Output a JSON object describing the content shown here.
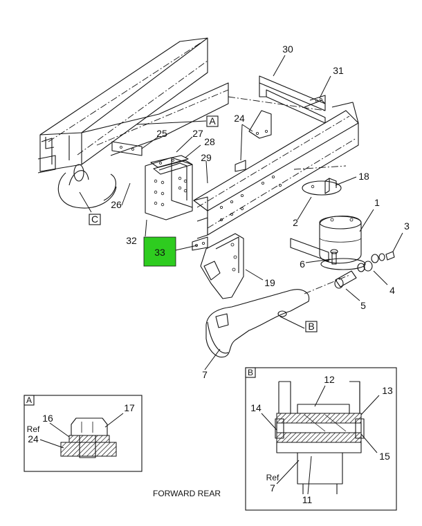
{
  "diagram": {
    "callouts": {
      "c1": "1",
      "c2": "2",
      "c3": "3",
      "c4": "4",
      "c5": "5",
      "c6": "6",
      "c7": "7",
      "c11": "11",
      "c12": "12",
      "c13": "13",
      "c14": "14",
      "c15": "15",
      "c16": "16",
      "c17": "17",
      "c18": "18",
      "c19": "19",
      "c24": "24",
      "c25": "25",
      "c26": "26",
      "c27": "27",
      "c28": "28",
      "c29": "29",
      "c30": "30",
      "c31": "31",
      "c32": "32",
      "c33": "33"
    },
    "detail_tags": {
      "a": "A",
      "b": "B",
      "c": "C"
    },
    "ref_labels": {
      "ref": "Ref",
      "ref24": "24",
      "ref7": "7"
    },
    "caption": "FORWARD REAR",
    "highlight_color": "#2ecc1f"
  }
}
